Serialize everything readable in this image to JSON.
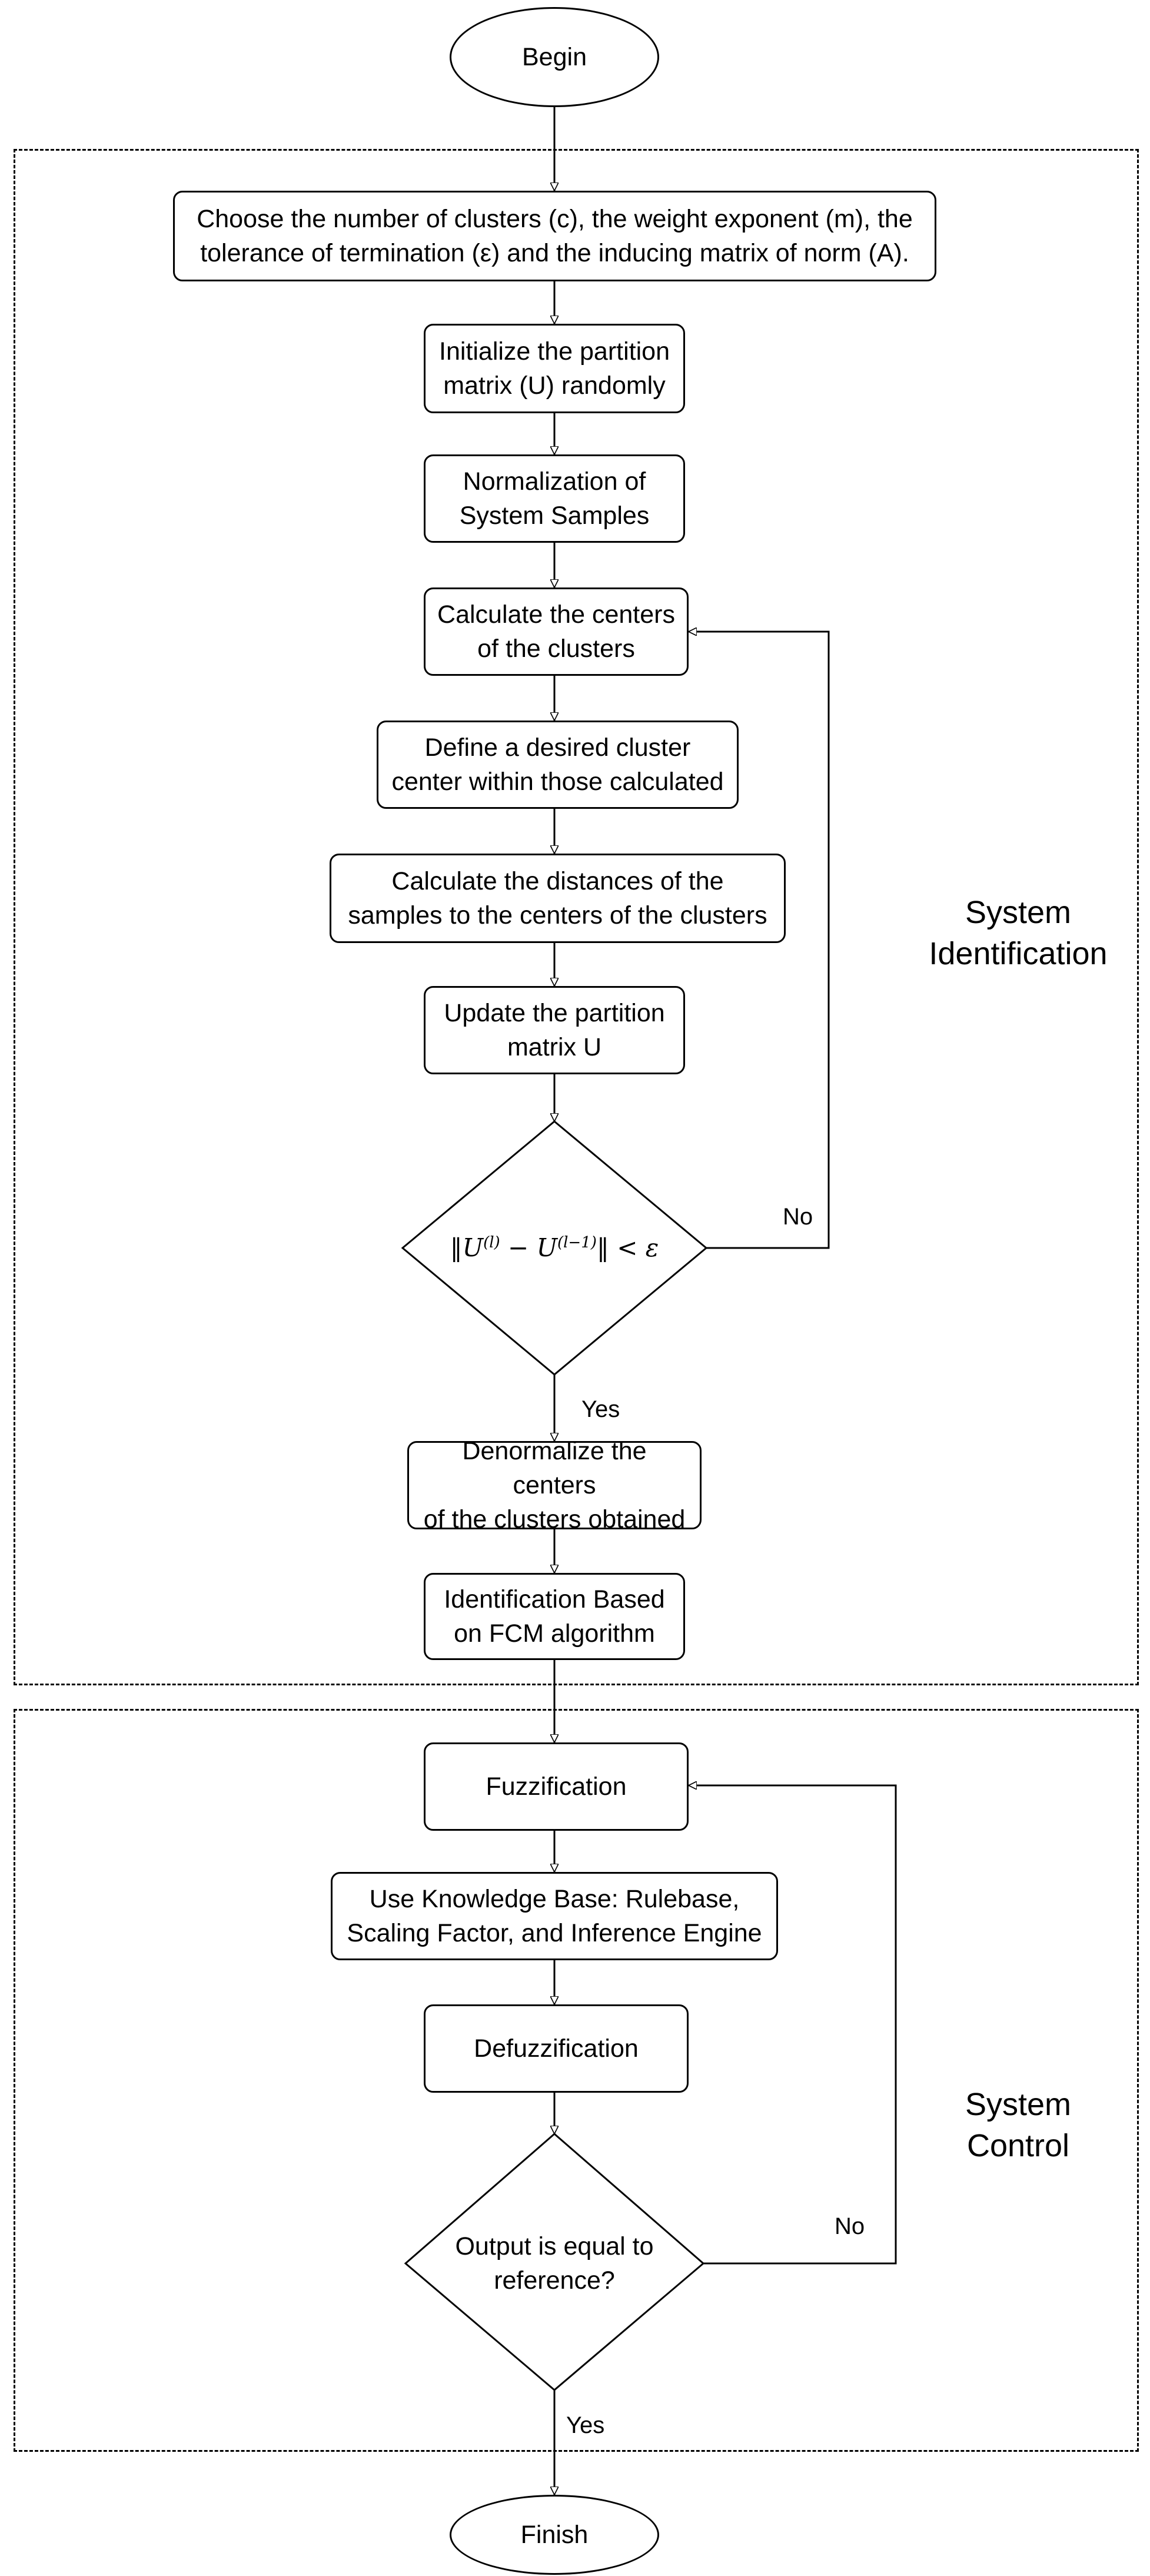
{
  "start": "Begin",
  "end": "Finish",
  "regions": {
    "identification": "System\nIdentification",
    "control": "System\nControl"
  },
  "steps": {
    "choose": "Choose the number of clusters (c), the weight exponent (m), the\ntolerance of termination (ε) and the inducing matrix of norm (A).",
    "initialize": "Initialize the partition\nmatrix (U) randomly",
    "normalize": "Normalization of\nSystem Samples",
    "calc_centers": "Calculate the centers\nof the clusters",
    "define_center": "Define a desired cluster\ncenter within those calculated",
    "calc_distances": "Calculate the distances of the\nsamples to the centers of the clusters",
    "update": "Update the partition\nmatrix U",
    "denormalize": "Denormalize the centers\nof the clusters obtained",
    "identification": "Identification Based\non FCM algorithm",
    "fuzzification": "Fuzzification",
    "knowledge_base": "Use Knowledge Base: Rulebase,\nScaling Factor, and Inference Engine",
    "defuzzification": "Defuzzification"
  },
  "decisions": {
    "convergence": {
      "formula_main": "‖U",
      "formula_sup1": "(l)",
      "formula_mid": " − U",
      "formula_sup2": "(l−1)",
      "formula_end": "‖ < ε",
      "yes": "Yes",
      "no": "No"
    },
    "output_check": {
      "text": "Output is equal to\nreference?",
      "yes": "Yes",
      "no": "No"
    }
  }
}
